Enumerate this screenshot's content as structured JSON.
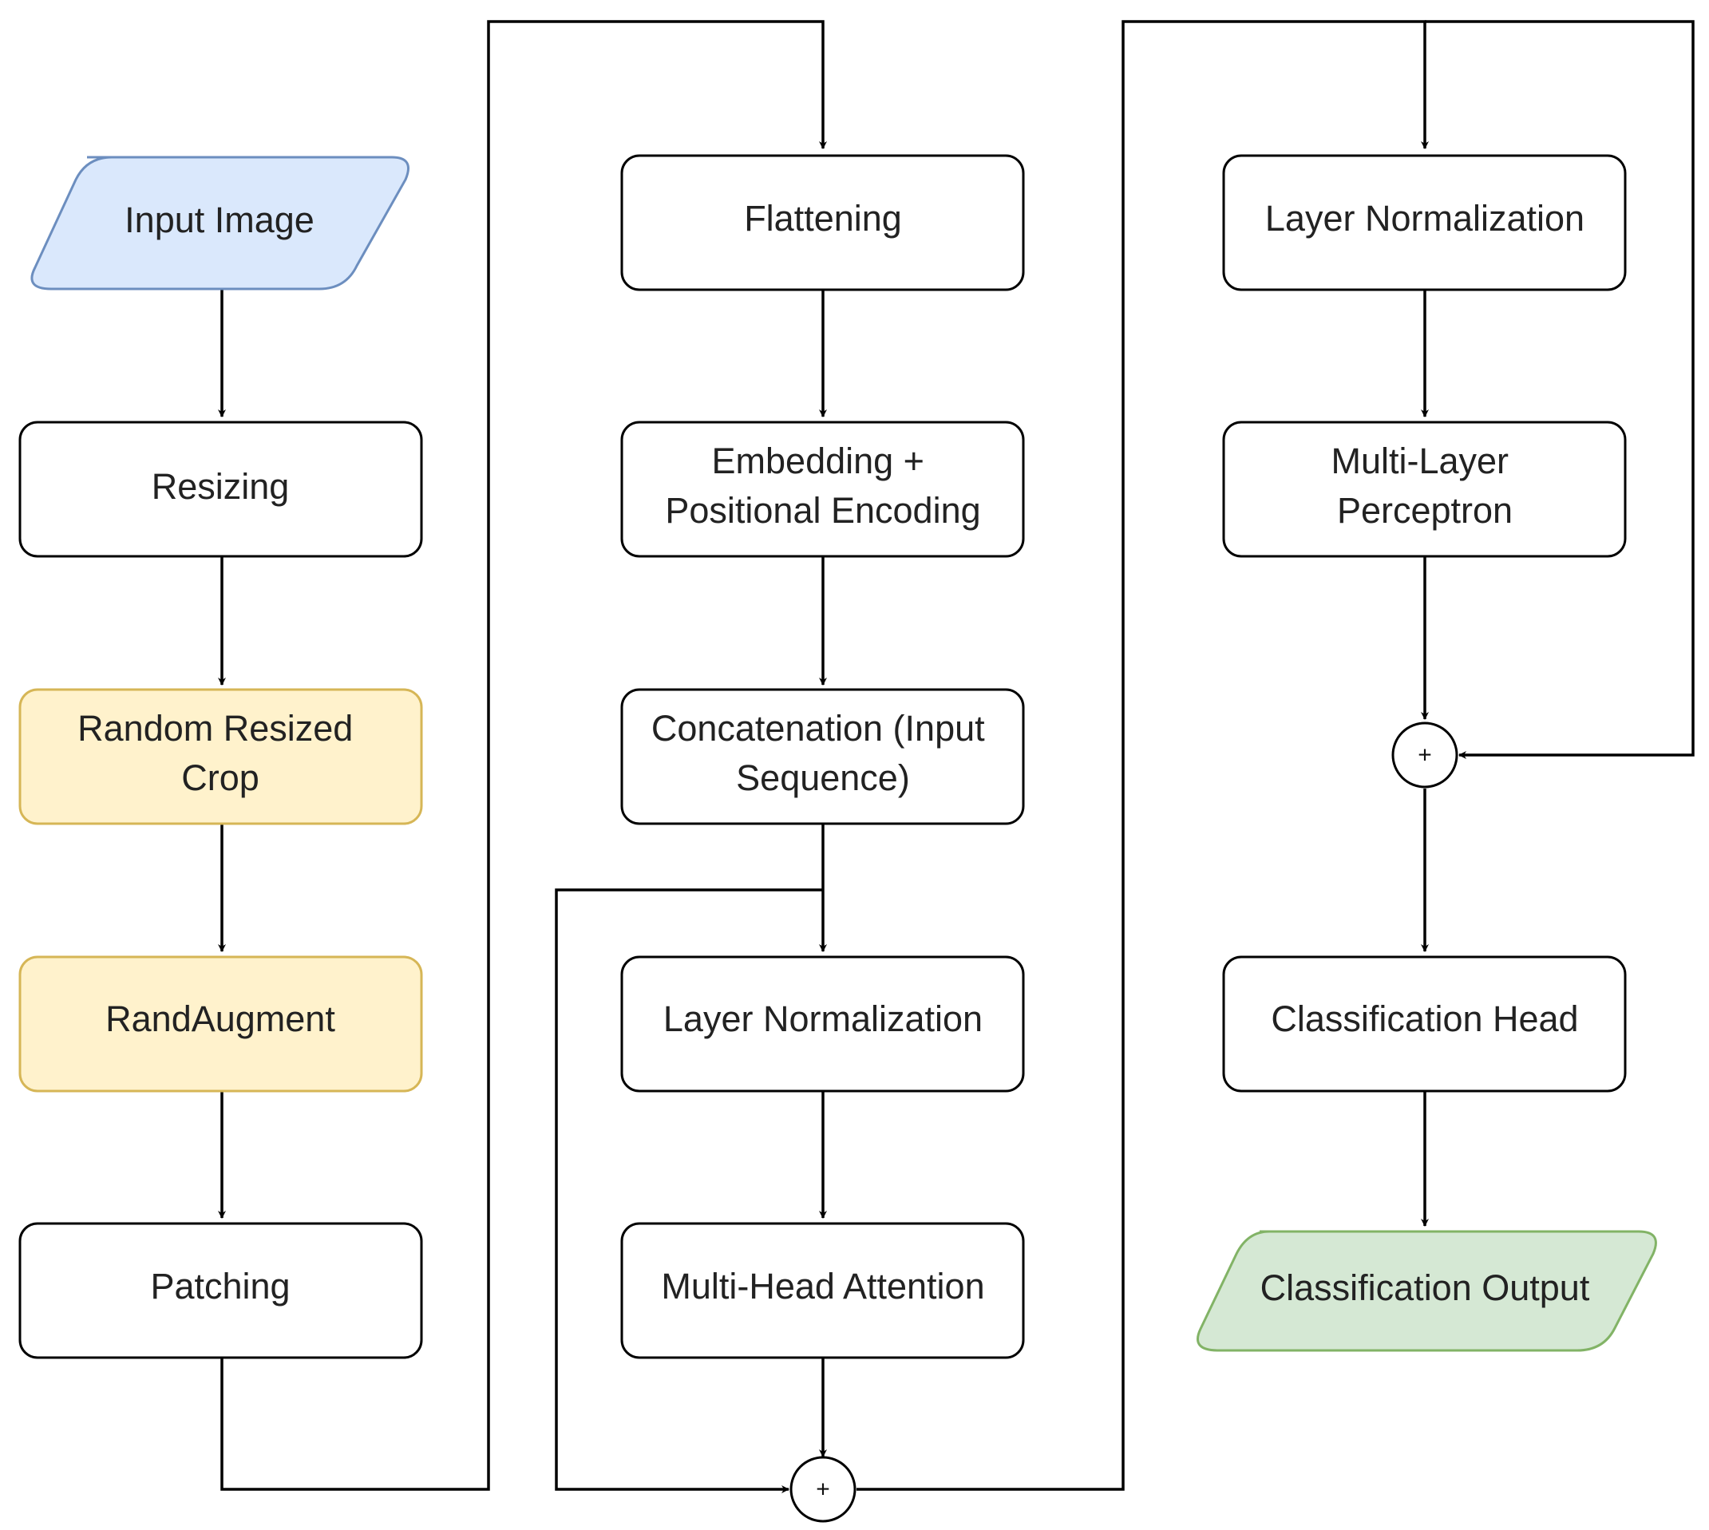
{
  "colors": {
    "default_fill": "#ffffff",
    "default_stroke": "#000000",
    "input_fill": "#dae8fc",
    "input_stroke": "#6c8ebf",
    "augment_fill": "#fff2cc",
    "augment_stroke": "#d6b656",
    "output_fill": "#d5e8d4",
    "output_stroke": "#82b366"
  },
  "nodes": {
    "input_image": "Input Image",
    "resizing": "Resizing",
    "random_resized_crop": [
      "Random Resized",
      "Crop"
    ],
    "randaugment": "RandAugment",
    "patching": "Patching",
    "flattening": "Flattening",
    "embedding": [
      "Embedding +",
      "Positional Encoding"
    ],
    "concatenation": [
      "Concatenation (Input",
      "Sequence)"
    ],
    "layer_norm_1": "Layer Normalization",
    "multi_head_attention": "Multi-Head Attention",
    "layer_norm_2": "Layer Normalization",
    "mlp": [
      "Multi-Layer",
      "Perceptron"
    ],
    "classification_head": "Classification Head",
    "classification_output": "Classification Output",
    "add_symbol": "+"
  }
}
